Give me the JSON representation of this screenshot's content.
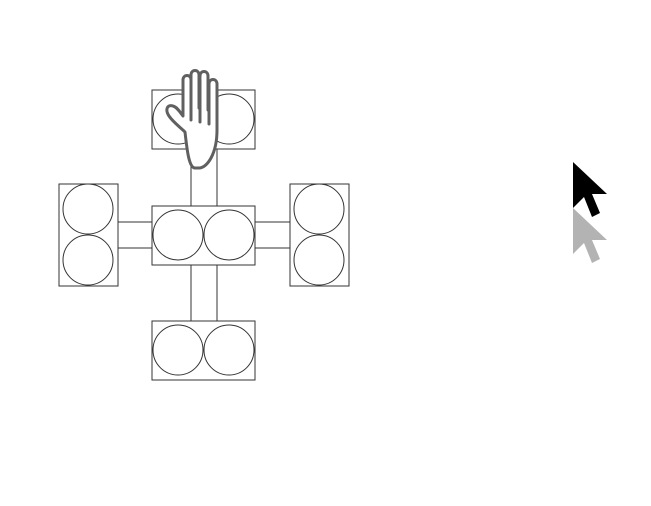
{
  "scene": {
    "background": "#ffffff",
    "outline_color": "#333333",
    "fill_color": "#ffffff"
  },
  "diagram": {
    "center_block": {
      "circle_count": 2,
      "orientation": "horizontal"
    },
    "top_block": {
      "circle_count": 2,
      "orientation": "horizontal"
    },
    "bottom_block": {
      "circle_count": 2,
      "orientation": "horizontal"
    },
    "left_block": {
      "circle_count": 2,
      "orientation": "vertical"
    },
    "right_block": {
      "circle_count": 2,
      "orientation": "vertical"
    }
  },
  "cursors": {
    "hand": {
      "icon": "open-hand-icon",
      "state": "hover-drag"
    },
    "primary": {
      "icon": "arrow-cursor-icon",
      "color": "#000000"
    },
    "ghost": {
      "icon": "arrow-cursor-ghost-icon",
      "color": "#b3b3b3"
    }
  }
}
